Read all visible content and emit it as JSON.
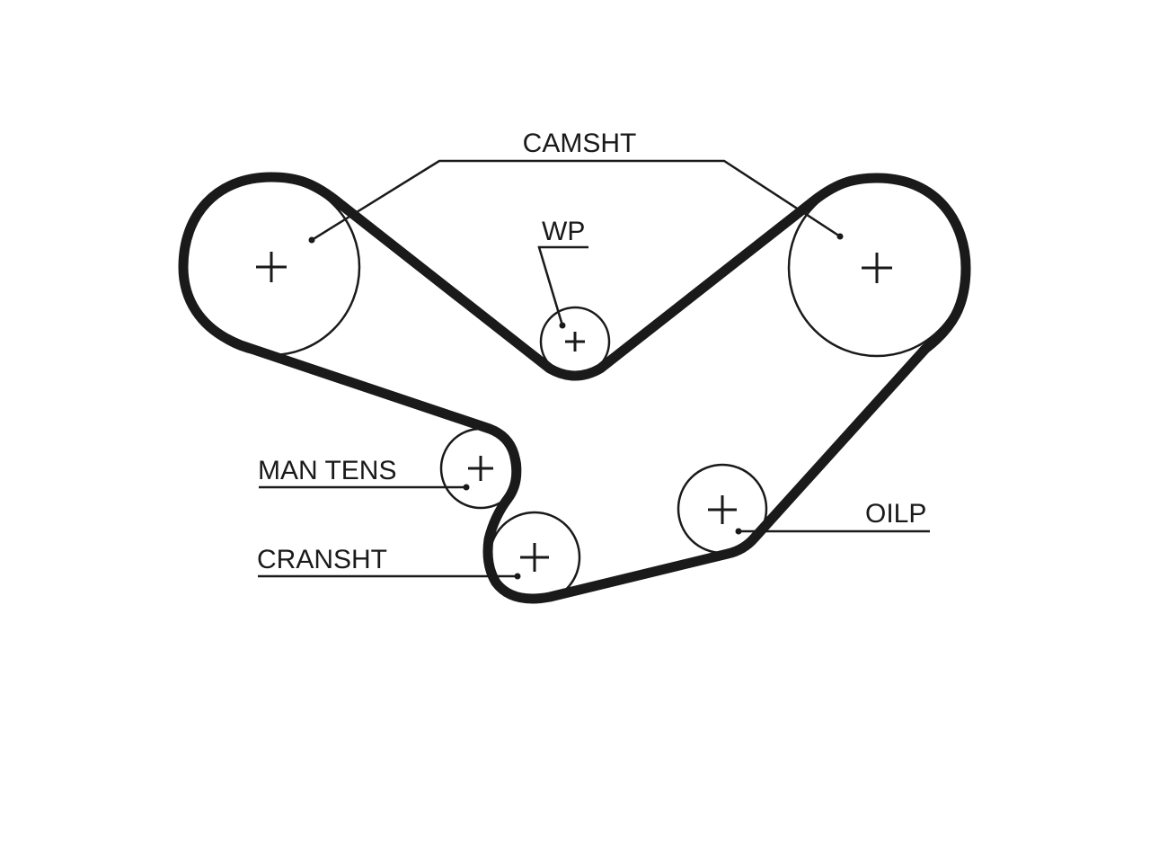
{
  "labels": {
    "camshaft": "CAMSHT",
    "water_pump": "WP",
    "manual_tensioner": "MAN TENS",
    "crankshaft": "CRANSHT",
    "oil_pump": "OILP"
  }
}
